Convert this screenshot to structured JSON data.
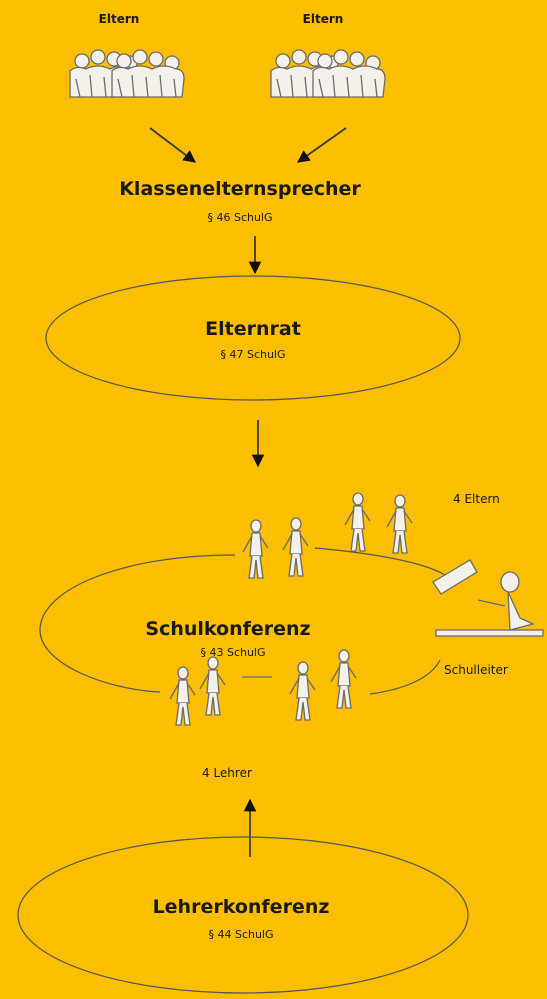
{
  "colors": {
    "background": "#FBBE00",
    "outline": "#444444",
    "figure": "#f4f1ea"
  },
  "top": {
    "left_label": "Eltern",
    "right_label": "Eltern"
  },
  "klassenelternsprecher": {
    "title": "Klassenelternsprecher",
    "law": "§ 46 SchulG"
  },
  "elternrat": {
    "title": "Elternrat",
    "law": "§ 47 SchulG"
  },
  "schulkonferenz": {
    "title": "Schulkonferenz",
    "law": "§ 43 SchulG",
    "parents_label": "4 Eltern",
    "teachers_label": "4 Lehrer",
    "principal_label": "Schulleiter"
  },
  "lehrerkonferenz": {
    "title": "Lehrerkonferenz",
    "law": "§ 44 SchulG"
  },
  "icons": [
    "parents-crowd-icon",
    "stick-figure-icon",
    "principal-at-desk-icon",
    "arrow-down-icon",
    "arrow-up-icon"
  ]
}
